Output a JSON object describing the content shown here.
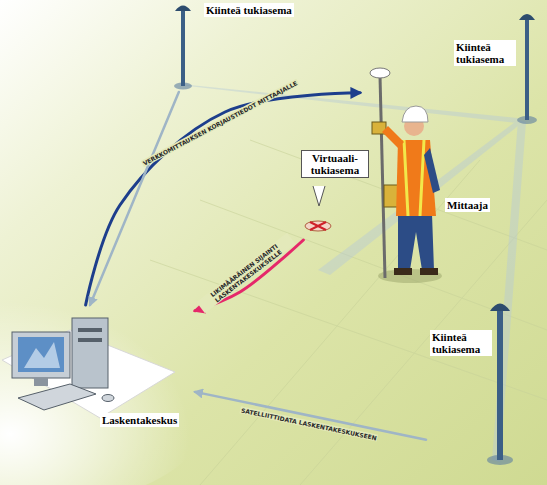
{
  "diagram": {
    "nodes": [
      {
        "text": [
          "Kiinteä tukiasema"
        ]
      },
      {
        "text": [
          "Kiinteä tukiasema"
        ]
      },
      {
        "text": [
          "Virtuaali- tukiasema"
        ]
      },
      {
        "text": [
          "Mittaaja"
        ]
      },
      {
        "text": [
          "Kiinteä tukiasema"
        ]
      },
      {
        "text": [
          "Laskentakeskus"
        ]
      }
    ],
    "edges": [
      {
        "from": 5,
        "to": 3,
        "arrow": "to",
        "label": "VERKKOMITTAUKSEN KORJAUSTIEDOT MITTAAJALLE"
      },
      {
        "from": 2,
        "to": 5,
        "arrow": "to",
        "label": "LIKIMÄÄRÄINEN SIJAINTI LASKENTAKESKUKSELLE"
      },
      {
        "from": 4,
        "to": 5,
        "arrow": "to",
        "label": "SATELLIITTIDATA LASKENTAKESKUKSEEN"
      },
      {
        "from": 0,
        "to": 5,
        "arrow": "to"
      }
    ]
  }
}
